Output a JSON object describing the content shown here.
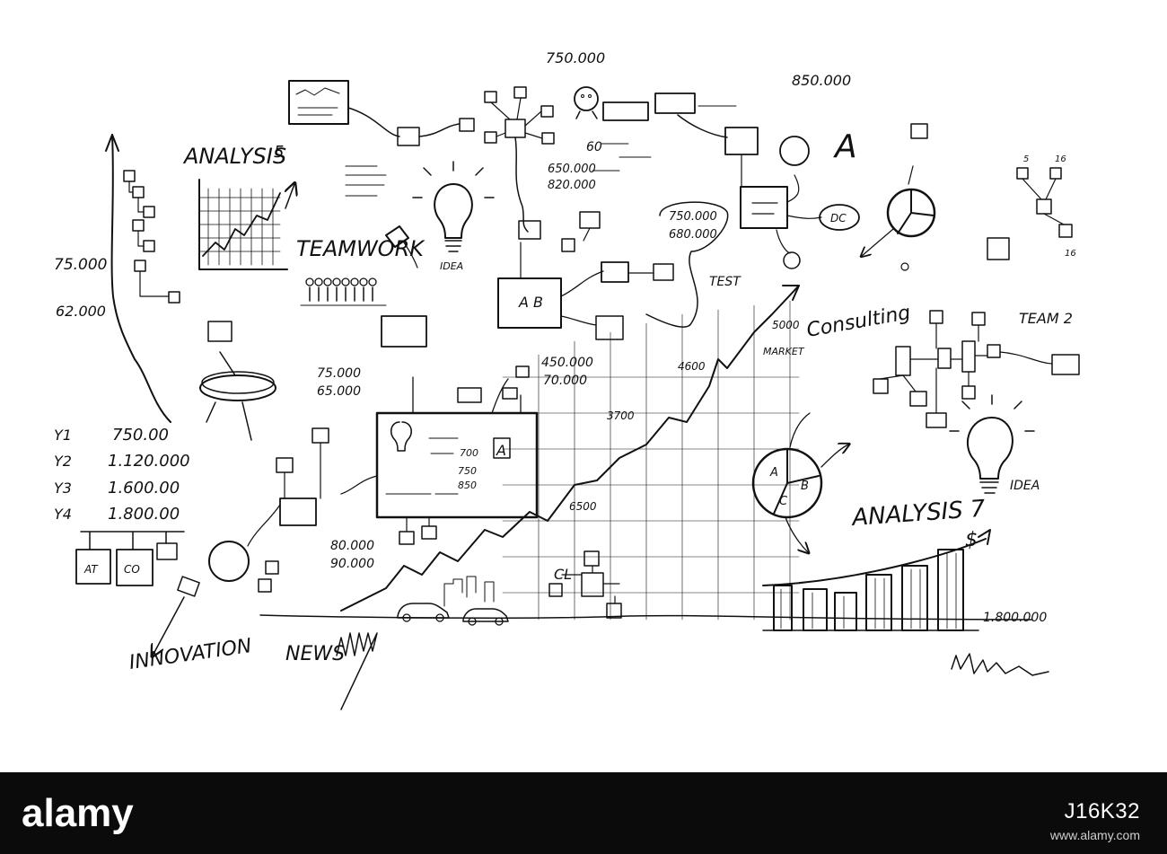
{
  "sketch": {
    "left_panel": {
      "label_75000": "75.000",
      "label_62000": "62.000",
      "analysis5_title": "ANALYSIS",
      "analysis5_number": "5",
      "year_rows": [
        {
          "year": "Y1",
          "value": "750.00"
        },
        {
          "year": "Y2",
          "value": "1.120.000"
        },
        {
          "year": "Y3",
          "value": "1.600.00"
        },
        {
          "year": "Y4",
          "value": "1.800.00"
        }
      ],
      "box_labels": [
        "AT",
        "CO"
      ],
      "innovation_text": "INNOVATION"
    },
    "top_area": {
      "label_750000": "750.000",
      "label_850000": "850.000",
      "teamwork_title": "TEAMWORK",
      "idea_label": "IDEA",
      "ab_box_label": "A B",
      "numbers_650_820": [
        "650.000",
        "820.000"
      ],
      "numbers_750_680": [
        "750.000",
        "680.000"
      ],
      "label_60": "60",
      "letter_a": "A"
    },
    "center": {
      "label_75000_65000": [
        "75.000",
        "65.000"
      ],
      "label_450000_70000": [
        "450.000",
        "70.000"
      ],
      "label_80000_90000": [
        "80.000",
        "90.000"
      ],
      "chart_board_values": [
        "700",
        "750",
        "850"
      ],
      "board_letter": "A",
      "graph_points": [
        "3700",
        "4600",
        "5000",
        "6500"
      ],
      "test_label": "TEST",
      "target_label": "MARKET",
      "news_text": "NEWS",
      "cl_label": "CL"
    },
    "right_panel": {
      "consulting_text": "Consulting",
      "team_label": "TEAM 2",
      "idea_label": "IDEA",
      "pie_letters": [
        "A",
        "B",
        "C"
      ],
      "analysis7_title": "ANALYSIS 7",
      "dollar_sign": "$",
      "label_1800000": "1.800.000",
      "small_numbers": [
        "5",
        "16",
        "16"
      ],
      "dc_label": "DC"
    }
  },
  "watermark": {
    "logo_text": "alamy",
    "image_id": "J16K32",
    "url": "www.alamy.com"
  }
}
